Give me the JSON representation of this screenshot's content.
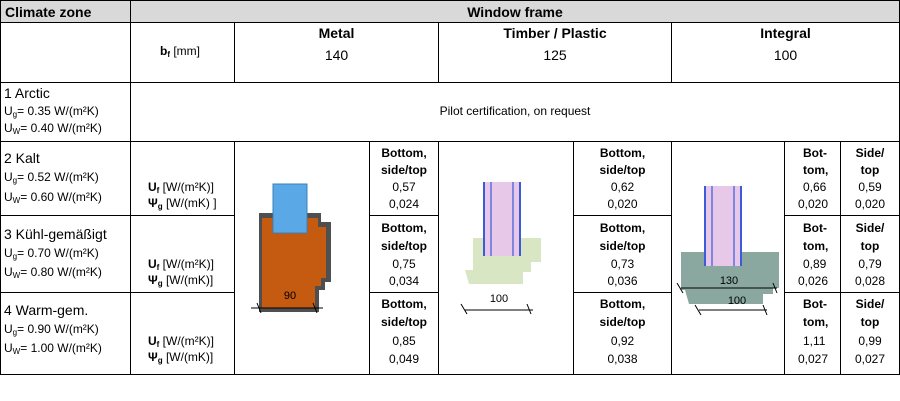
{
  "header": {
    "climate_zone": "Climate zone",
    "window_frame": "Window frame",
    "bf_label_main": "b",
    "bf_label_sub": "f",
    "bf_label_unit": " [mm]"
  },
  "frames": [
    {
      "name": "Metal",
      "bf": "140"
    },
    {
      "name": "Timber / Plastic",
      "bf": "125"
    },
    {
      "name": "Integral",
      "bf": "100"
    }
  ],
  "zones": [
    {
      "name": "1 Arctic",
      "ug": "= 0.35 W/(m²K)",
      "uw": "= 0.40 W/(m²K)"
    },
    {
      "name": "2 Kalt",
      "ug": "= 0.52 W/(m²K)",
      "uw": "= 0.60 W/(m²K)"
    },
    {
      "name": "3 Kühl-gemäßigt",
      "ug": "= 0.70 W/(m²K)",
      "uw": "= 0.80 W/(m²K)"
    },
    {
      "name": "4 Warm-gem.",
      "ug": "= 0.90 W/(m²K)",
      "uw": "= 1.00 W/(m²K)"
    }
  ],
  "pilot_text": "Pilot certification, on request",
  "units": {
    "uf_main": "U",
    "uf_sub": "f",
    "uf_unit": " [W/(m²K)]",
    "psi_main": "Ψ",
    "psi_sub": "g",
    "psi_unit_1": " [W/(mK) ]",
    "psi_unit_2": " [W/(mK)]"
  },
  "metal": {
    "kalt": {
      "h1": "Bottom,",
      "h2": "side/top",
      "uf": "0,57",
      "psi": "0,024"
    },
    "kuehl": {
      "h1": "Bottom,",
      "h2": "side/top",
      "uf": "0,75",
      "psi": "0,034"
    },
    "warm": {
      "h1": "Bottom,",
      "h2": "side/top",
      "uf": "0,85",
      "psi": "0,049"
    }
  },
  "timber": {
    "kalt": {
      "h1": "Bottom,",
      "h2": "side/top",
      "uf": "0,62",
      "psi": "0,020"
    },
    "kuehl": {
      "h1": "Bottom,",
      "h2": "side/top",
      "uf": "0,73",
      "psi": "0,036"
    },
    "warm": {
      "h1": "Bottom,",
      "h2": "side/top",
      "uf": "0,92",
      "psi": "0,038"
    }
  },
  "integral": {
    "kalt": {
      "b1": "Bot-",
      "b2": "tom,",
      "s1": "Side/",
      "s2": "top",
      "uf_b": "0,66",
      "uf_s": "0,59",
      "psi_b": "0,020",
      "psi_s": "0,020"
    },
    "kuehl": {
      "b1": "Bot-",
      "b2": "tom,",
      "s1": "Side/",
      "s2": "top",
      "uf_b": "0,89",
      "uf_s": "0,79",
      "psi_b": "0,026",
      "psi_s": "0,028"
    },
    "warm": {
      "b1": "Bot-",
      "b2": "tom,",
      "s1": "Side/",
      "s2": "top",
      "uf_b": "1,11",
      "uf_s": "0,99",
      "psi_b": "0,027",
      "psi_s": "0,027"
    }
  },
  "diagrams": {
    "metal_dim": "90",
    "timber_dim": "100",
    "integral_dim_top": "130",
    "integral_dim_bottom": "100"
  },
  "colors": {
    "header_bg": "#d9d9d9",
    "metal_frame": "#c55a11",
    "glass_blue": "#5aa9e6",
    "timber_frame": "#d9e6c3",
    "integral_frame": "#8aa7a0",
    "glass_line": "#3b5bdb",
    "glass_pink": "#e8c8e8"
  }
}
